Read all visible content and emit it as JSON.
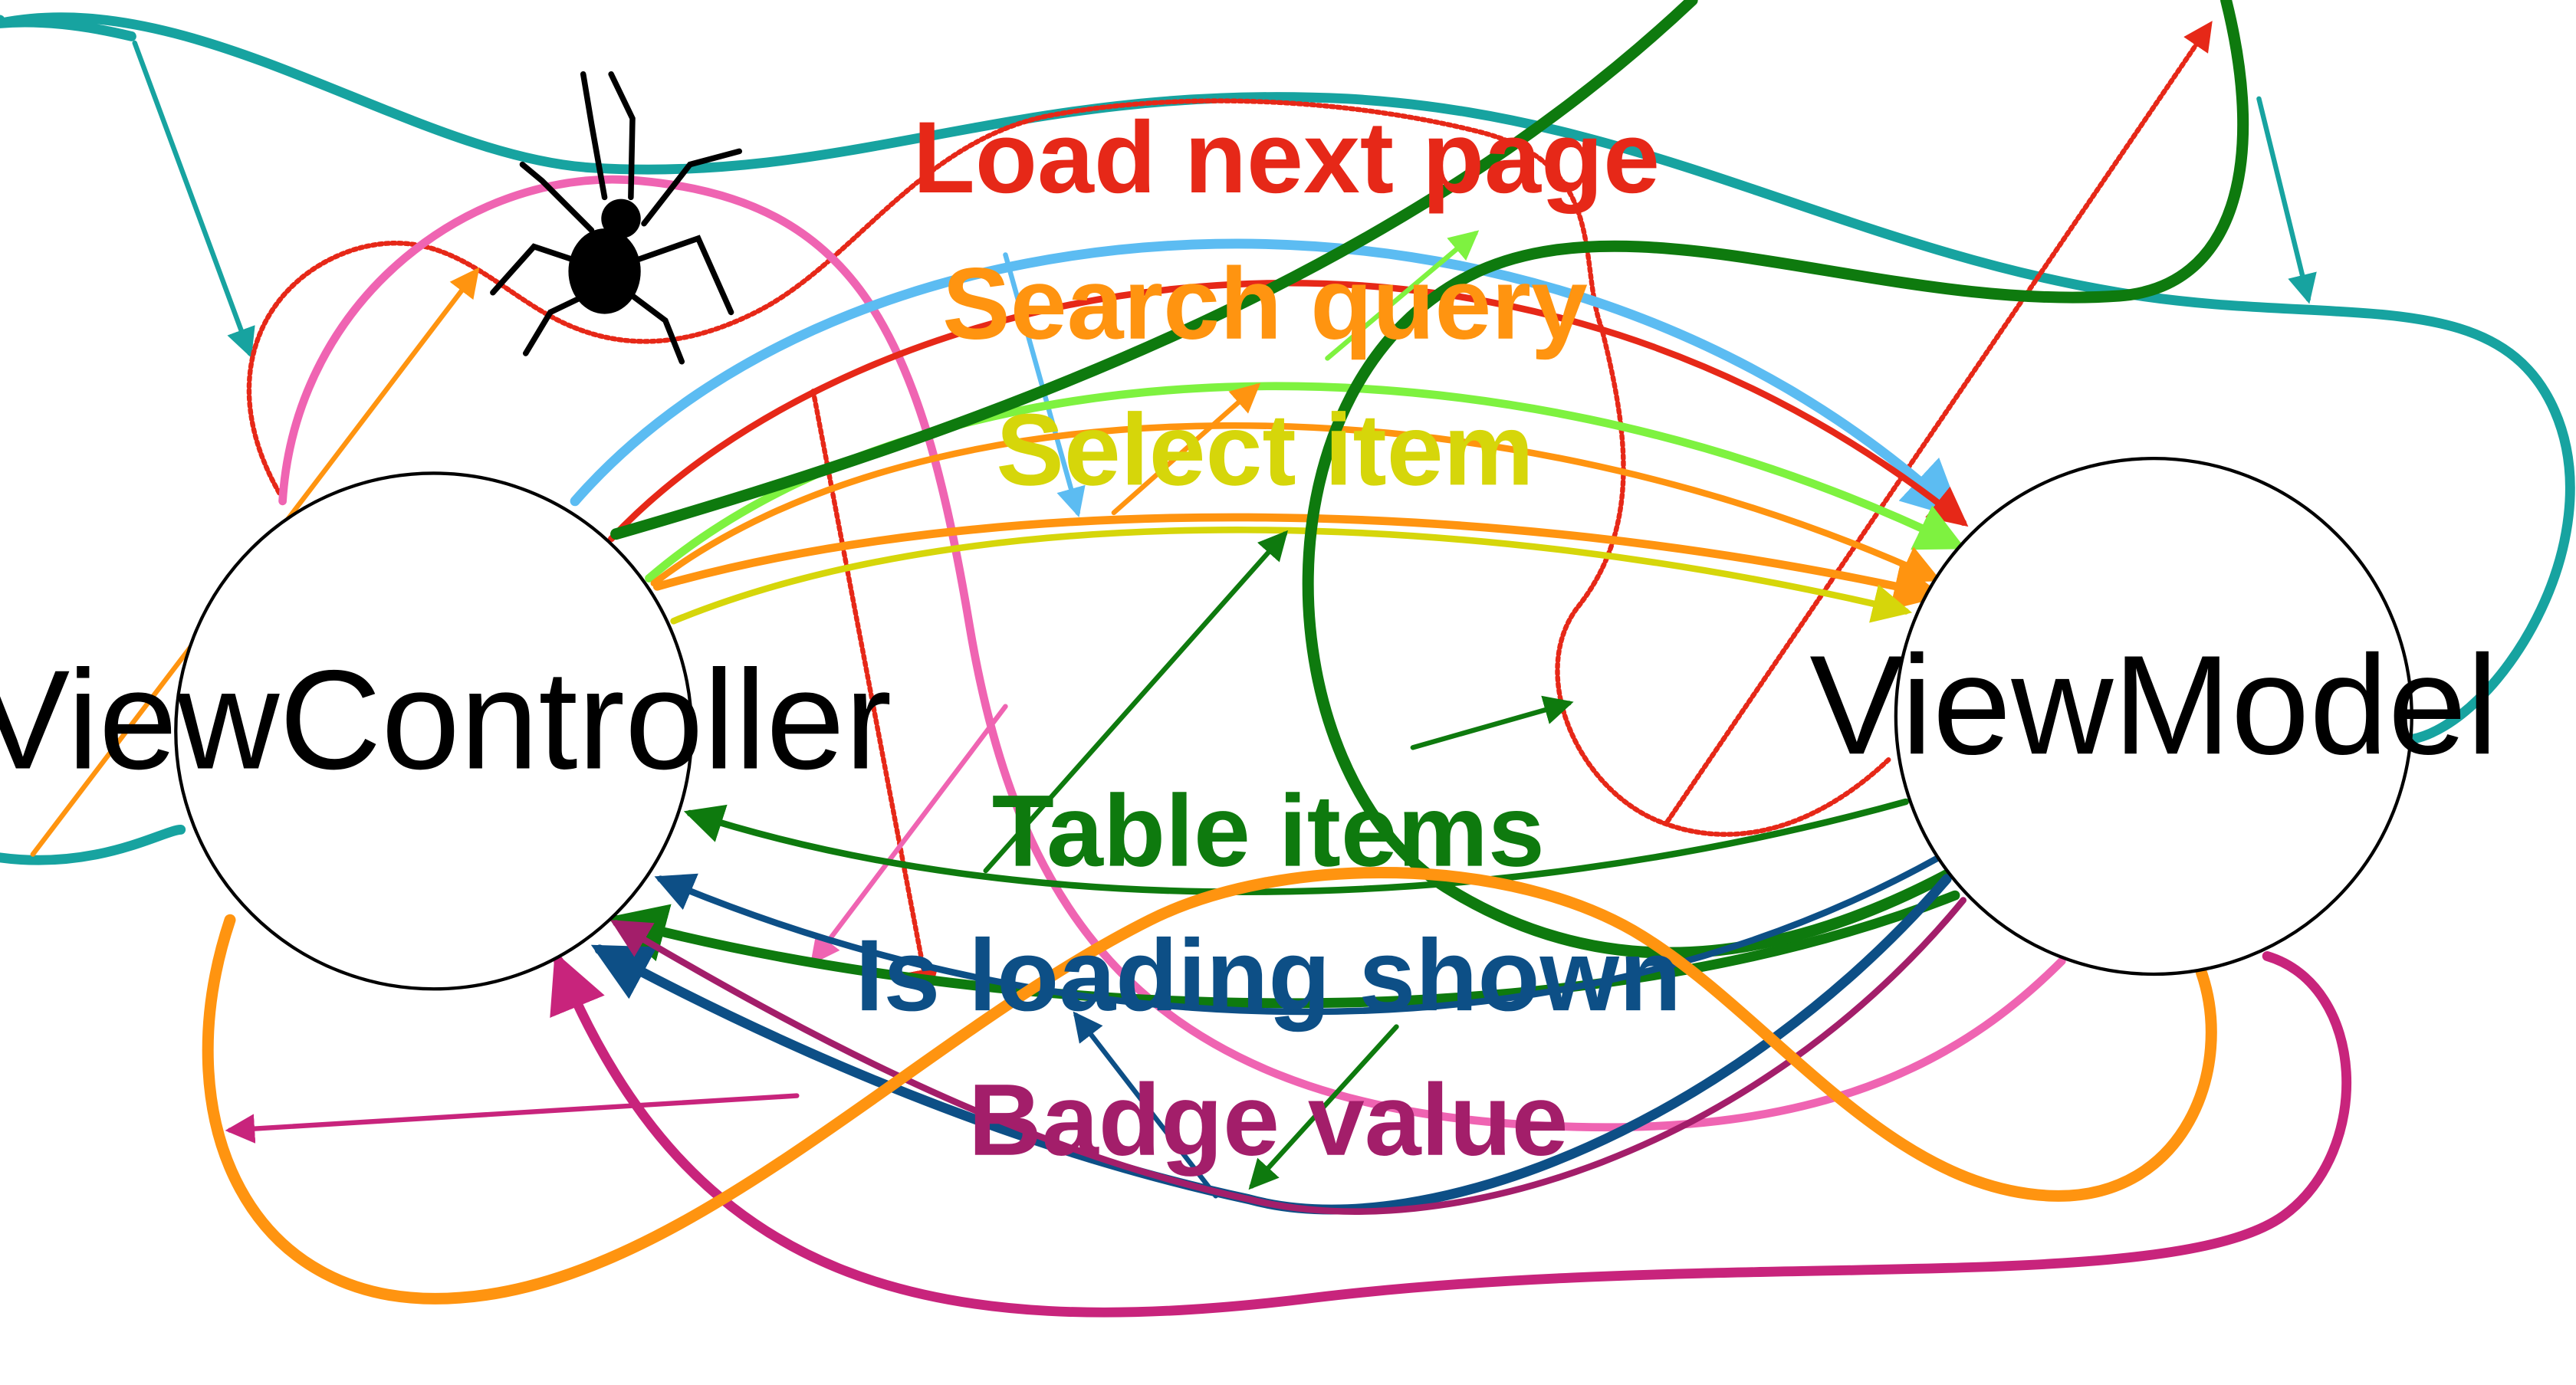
{
  "nodes": {
    "view_controller": "ViewController",
    "view_model": "ViewModel"
  },
  "edge_labels": {
    "load_next_page": "Load next page",
    "search_query": "Search query",
    "select_item": "Select item",
    "table_items": "Table items",
    "is_loading_shown": "Is loading shown",
    "badge_value": "Badge value"
  },
  "colors": {
    "load_next_page": "#e62818",
    "search_query": "#ff9410",
    "select_item": "#d6d60a",
    "search_green": "#7ef240",
    "table_items": "#0e7a0e",
    "is_loading_shown": "#0d4f86",
    "badge_value": "#a31e6a",
    "teal": "#17a3a0",
    "sky_blue": "#5cbcf2",
    "pink": "#ef64b2",
    "magenta": "#c8247c",
    "orange": "#ff9410",
    "spider": "#000000"
  },
  "icons": [
    "spider-icon"
  ]
}
